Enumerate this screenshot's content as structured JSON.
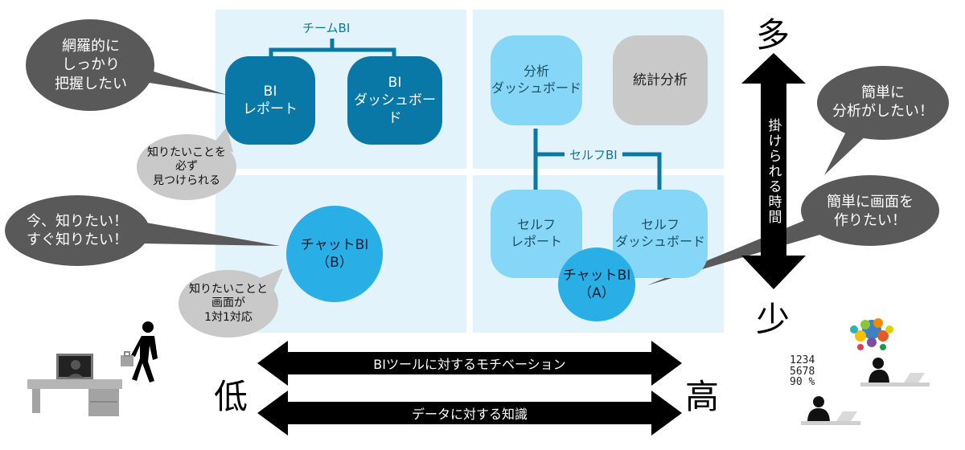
{
  "team_bi_label": "チームBI",
  "self_bi_label": "セルフBI",
  "nodes": {
    "bi_report": "BI\nレポート",
    "bi_dashboard": "BI\nダッシュボード",
    "analysis_dashboard": "分析\nダッシュボード",
    "statistical_analysis": "統計分析",
    "self_report": "セルフ\nレポート",
    "self_dashboard": "セルフ\nダッシュボード",
    "chat_bi_a": "チャットBI\n（A）",
    "chat_bi_b": "チャットBI\n（B）"
  },
  "bubbles": {
    "comprehensive": "網羅的に\nしっかり\n把握したい",
    "now": "今、知りたい！\nすぐ知りたい！",
    "easy_analysis": "簡単に\n分析がしたい！",
    "easy_screen": "簡単に画面を\n作りたい！"
  },
  "notes": {
    "must_see": "知りたいことを\n必ず\n見つけられる",
    "one_to_one": "知りたいことと\n画面が\n1対1対応"
  },
  "axes": {
    "time_label": "掛けられる時間",
    "many": "多",
    "few": "少",
    "low": "低",
    "high": "高",
    "motivation": "BIツールに対するモチベーション",
    "knowledge": "データに対する知識"
  },
  "figure_numbers": "1234\n5678\n90 %"
}
